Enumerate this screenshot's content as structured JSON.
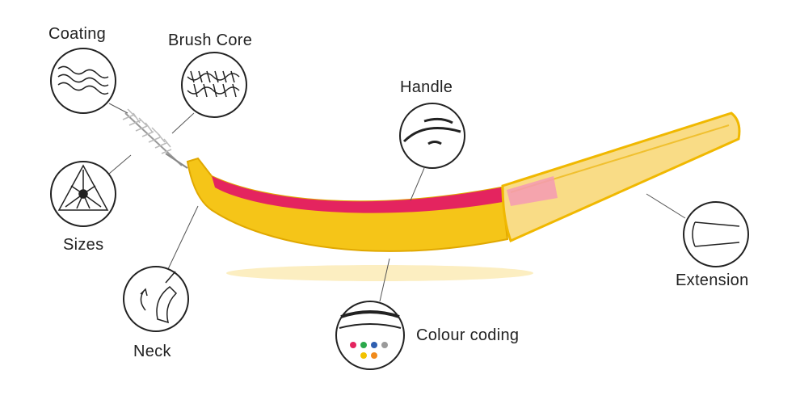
{
  "labels": {
    "coating": "Coating",
    "brush_core": "Brush Core",
    "handle": "Handle",
    "sizes": "Sizes",
    "neck": "Neck",
    "colour_coding": "Colour coding",
    "extension": "Extension"
  },
  "colors": {
    "handle_yellow": "#f5c518",
    "handle_pink": "#e4245f",
    "extension": "#f9dc86",
    "outline": "#222222"
  },
  "colour_dots": [
    "#e4245f",
    "#2aa84a",
    "#2f5fb0",
    "#9a9a9a",
    "#f2c200",
    "#f08a1c"
  ]
}
